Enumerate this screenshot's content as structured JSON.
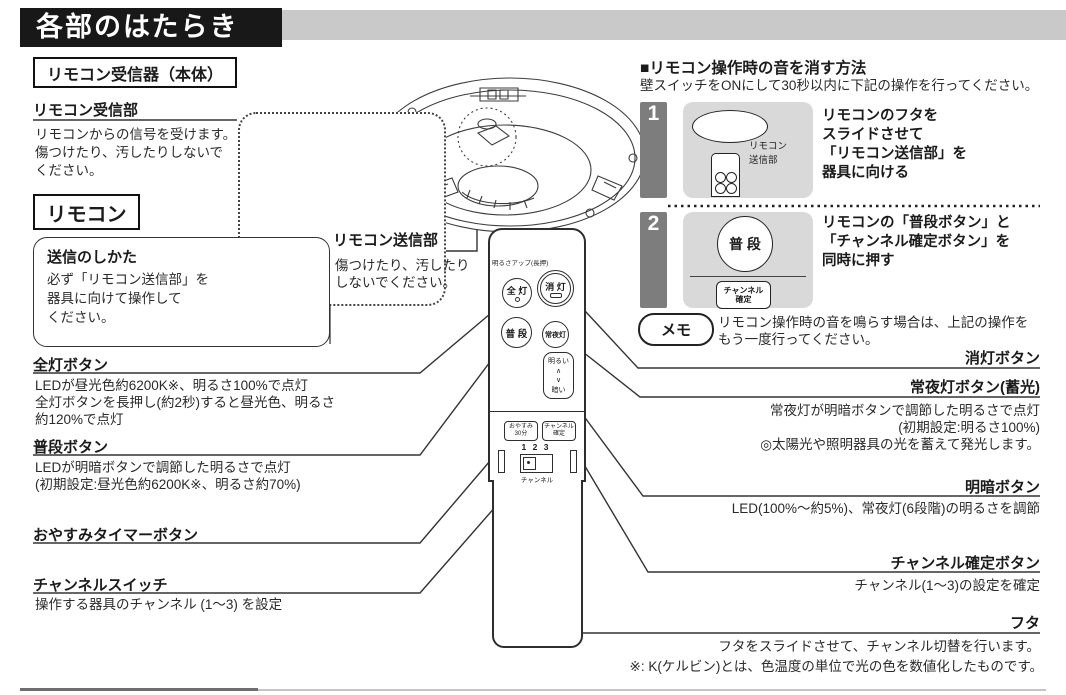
{
  "page": {
    "title": "各部のはたらき",
    "footnote": "※: K(ケルビン)とは、色温度の単位で光の色を数値化したものです。"
  },
  "receiver_section": {
    "box_label": "リモコン受信器（本体）",
    "part_title": "リモコン受信部",
    "lines": [
      "リモコンからの信号を受けます。",
      "傷つけたり、汚したりしないで",
      "ください。"
    ]
  },
  "remote_section": {
    "box_label": "リモコン",
    "howto_title": "送信のしかた",
    "howto_lines": [
      "必ず「リモコン送信部」を",
      "器具に向けて操作して",
      "ください。"
    ],
    "transmitter_title": "リモコン送信部",
    "transmitter_lines": [
      "傷つけたり、汚したり",
      "しないでください。"
    ]
  },
  "left_labels": {
    "zento_title": "全灯ボタン",
    "zento_lines": [
      "LEDが昼光色約6200K※、明るさ100%で点灯",
      "全灯ボタンを長押し(約2秒)すると昼光色、明るさ",
      "約120%で点灯"
    ],
    "fudan_title": "普段ボタン",
    "fudan_lines": [
      "LEDが明暗ボタンで調節した明るさで点灯",
      "(初期設定:昼光色約6200K※、明るさ約70%)"
    ],
    "oyasumi_title": "おやすみタイマーボタン",
    "channel_title": "チャンネルスイッチ",
    "channel_line": "操作する器具のチャンネル (1～3) を設定"
  },
  "right_labels": {
    "shoto_title": "消灯ボタン",
    "joyato_title": "常夜灯ボタン(蓄光)",
    "joyato_lines": [
      "常夜灯が明暗ボタンで調節した明るさで点灯",
      "(初期設定:明るさ100%)",
      "◎太陽光や照明器具の光を蓄えて発光します。"
    ],
    "meian_title": "明暗ボタン",
    "meian_line": "LED(100%～約5%)、常夜灯(6段階)の明るさを調節",
    "kakutei_title": "チャンネル確定ボタン",
    "kakutei_line": "チャンネル(1～3)の設定を確定",
    "futa_title": "フタ",
    "futa_line": "フタをスライドさせて、チャンネル切替を行います。"
  },
  "mute_section": {
    "title": "■リモコン操作時の音を消す方法",
    "subtitle": "壁スイッチをONにして30秒以内に下記の操作を行ってください。",
    "step1_num": "1",
    "step1_lines": [
      "リモコンのフタを",
      "スライドさせて",
      "「リモコン送信部」を",
      "器具に向ける"
    ],
    "step1_illus_label1": "リモコン",
    "step1_illus_label2": "送信部",
    "step2_num": "2",
    "step2_lines": [
      "リモコンの「普段ボタン」と",
      "「チャンネル確定ボタン」を",
      "同時に押す"
    ],
    "step2_button": "普 段",
    "step2_pill_line1": "チャンネル",
    "step2_pill_line2": "確定",
    "memo_label": "メモ",
    "memo_lines": [
      "リモコン操作時の音を鳴らす場合は、上記の操作を",
      "もう一度行ってください。"
    ]
  },
  "remote_device": {
    "top_note": "明るさアップ(長押)",
    "btn_zento": "全 灯",
    "btn_shoto": "消 灯",
    "btn_fudan": "普 段",
    "btn_joyato": "常夜灯",
    "rocker_top": "明るい",
    "rocker_up": "∧",
    "rocker_down": "∨",
    "rocker_bottom": "暗い",
    "pill_oyasumi_line1": "おやすみ",
    "pill_oyasumi_line2": "30分",
    "pill_kakutei_line1": "チャンネル",
    "pill_kakutei_line2": "確定",
    "channel_numbers": "1 2 3",
    "channel_label": "チャンネル"
  },
  "colors": {
    "banner_bg": "#181818",
    "band_gray": "#c9c9c9",
    "step_tab_gray": "#7d7d7d",
    "step_box_gray": "#d9d9d9",
    "line_dark": "#333333"
  }
}
